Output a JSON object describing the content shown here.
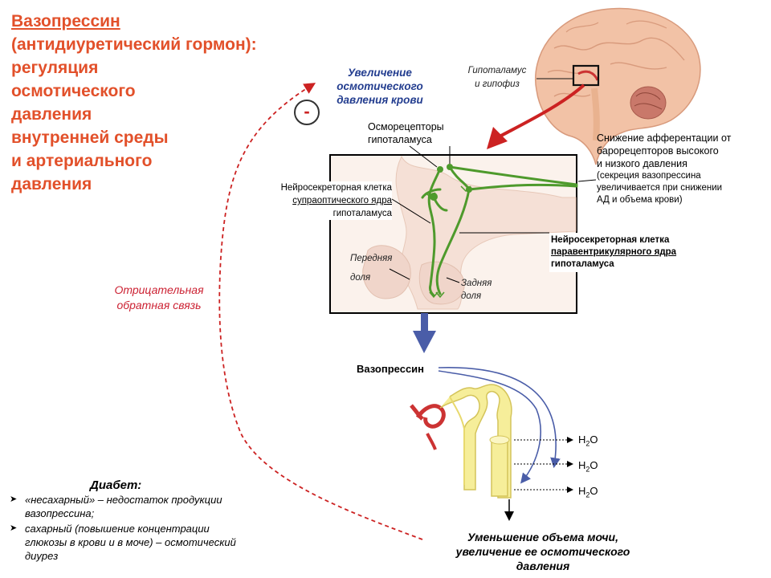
{
  "title": {
    "line1": "Вазопрессин",
    "line2": "(антидиуретический гормон):",
    "line3": "регуляция",
    "line4": "осмотического",
    "line5": "давления",
    "line6": "внутренней среды",
    "line7": "и артериального",
    "line8": "давления"
  },
  "increase_label": [
    "Увеличение",
    "осмотического",
    "давления крови"
  ],
  "minus_sign": "-",
  "brain_label": [
    "Гипоталамус",
    "и гипофиз"
  ],
  "osmoreceptors_label": [
    "Осморецепторы",
    "гипоталамуса"
  ],
  "afferent_label": {
    "lines": [
      "Снижение афферентации от",
      "барорецепторов высокого",
      "и низкого давления"
    ],
    "note": [
      "(секреция вазопрессина",
      "увеличивается при снижении",
      "АД и объема крови)"
    ]
  },
  "supraoptic_label": {
    "line1": "Нейросекреторная клетка",
    "line2": "супраоптического ядра",
    "line3": "гипоталамуса"
  },
  "paraventricular_label": {
    "line1": "Нейросекреторная клетка",
    "line2": "паравентрикулярного ядра",
    "line3": "гипоталамуса"
  },
  "anterior_lobe": [
    "Передняя",
    "доля"
  ],
  "posterior_lobe": [
    "Задняя",
    "доля"
  ],
  "negative_feedback": [
    "Отрицательная",
    "обратная связь"
  ],
  "vasopressin_label": "Вазопрессин",
  "water_labels": [
    "H",
    "2",
    "O"
  ],
  "diabetes": {
    "title": "Диабет:",
    "items": [
      "«несахарный» – недостаток продукции вазопрессина;",
      "сахарный  (повышение концентрации глюкозы в крови и в моче) – осмотический диурез"
    ]
  },
  "result": [
    "Уменьшение объема мочи,",
    "увеличение ее осмотического",
    "давления"
  ],
  "colors": {
    "title": "#e2502a",
    "nerve": "#4e9a2c",
    "blue_arrow": "#4a5da8",
    "feedback": "#cc2222",
    "tubule": "#f6ee9a"
  }
}
